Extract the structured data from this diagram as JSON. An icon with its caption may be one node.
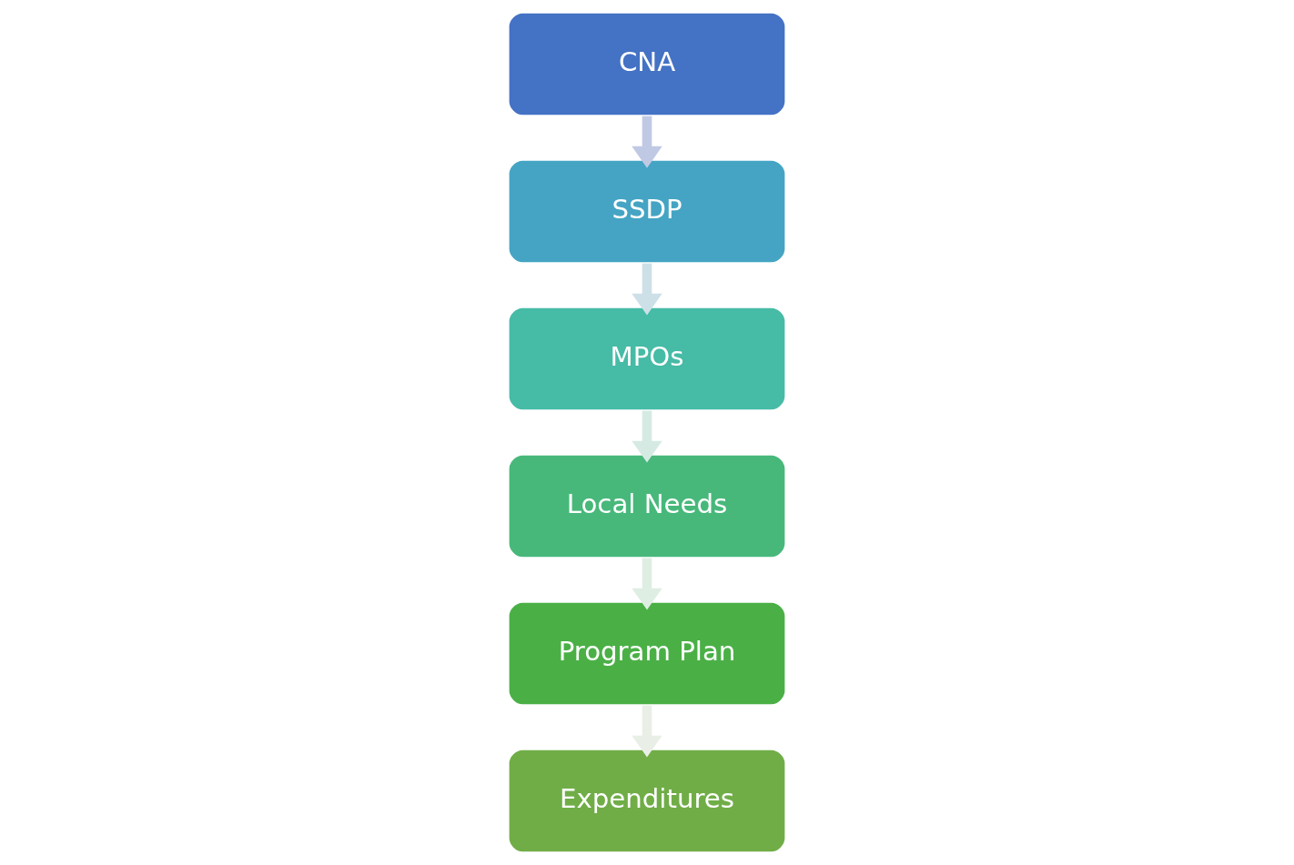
{
  "diagram": {
    "nodes": [
      {
        "text": [
          "CNA"
        ]
      },
      {
        "text": [
          "SSDP"
        ]
      },
      {
        "text": [
          "MPOs"
        ]
      },
      {
        "text": [
          "Local Needs"
        ]
      },
      {
        "text": [
          "Program Plan"
        ]
      },
      {
        "text": [
          "Expenditures"
        ]
      }
    ],
    "edges": [
      {
        "from": 0,
        "to": 1,
        "arrow": "to",
        "color": "#c0c9e4"
      },
      {
        "from": 1,
        "to": 2,
        "arrow": "to",
        "color": "#cde0e7"
      },
      {
        "from": 2,
        "to": 3,
        "arrow": "to",
        "color": "#d6eae4"
      },
      {
        "from": 3,
        "to": 4,
        "arrow": "to",
        "color": "#dfeee3"
      },
      {
        "from": 4,
        "to": 5,
        "arrow": "to",
        "color": "#e9efe6"
      }
    ]
  }
}
